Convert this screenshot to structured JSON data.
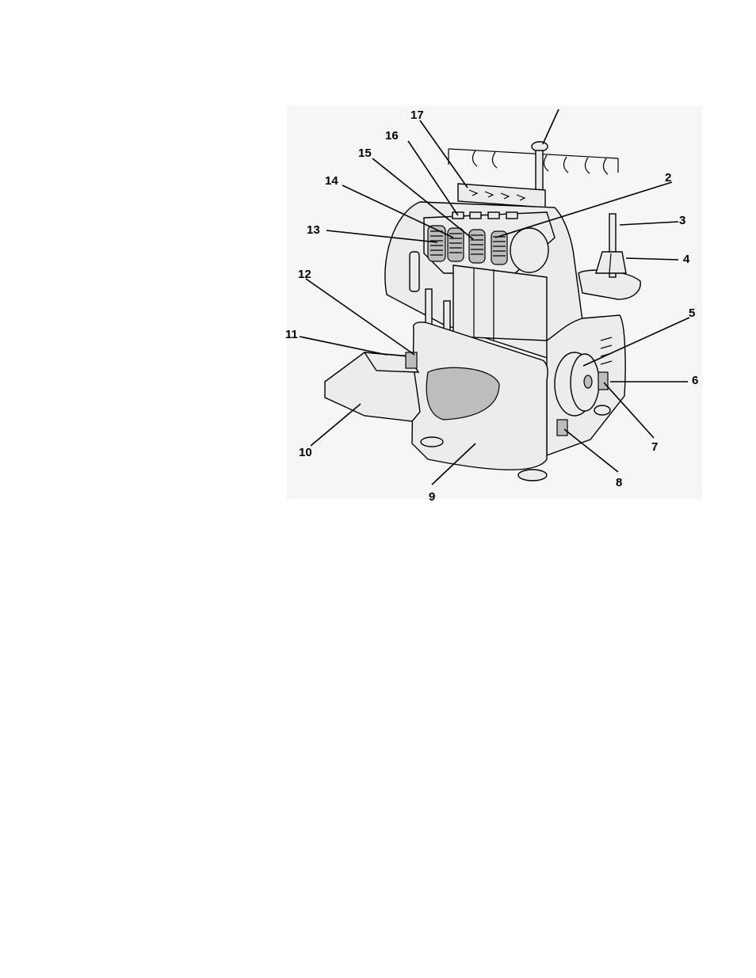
{
  "figure": {
    "callouts": [
      {
        "id": "1",
        "label": ""
      },
      {
        "id": "2",
        "label": "2"
      },
      {
        "id": "3",
        "label": "3"
      },
      {
        "id": "4",
        "label": "4"
      },
      {
        "id": "5",
        "label": "5"
      },
      {
        "id": "6",
        "label": "6"
      },
      {
        "id": "7",
        "label": "7"
      },
      {
        "id": "8",
        "label": "8"
      },
      {
        "id": "9",
        "label": "9"
      },
      {
        "id": "10",
        "label": "10"
      },
      {
        "id": "11",
        "label": "11"
      },
      {
        "id": "12",
        "label": "12"
      },
      {
        "id": "13",
        "label": "13"
      },
      {
        "id": "14",
        "label": "14"
      },
      {
        "id": "15",
        "label": "15"
      },
      {
        "id": "16",
        "label": "16"
      },
      {
        "id": "17",
        "label": "17"
      }
    ]
  }
}
